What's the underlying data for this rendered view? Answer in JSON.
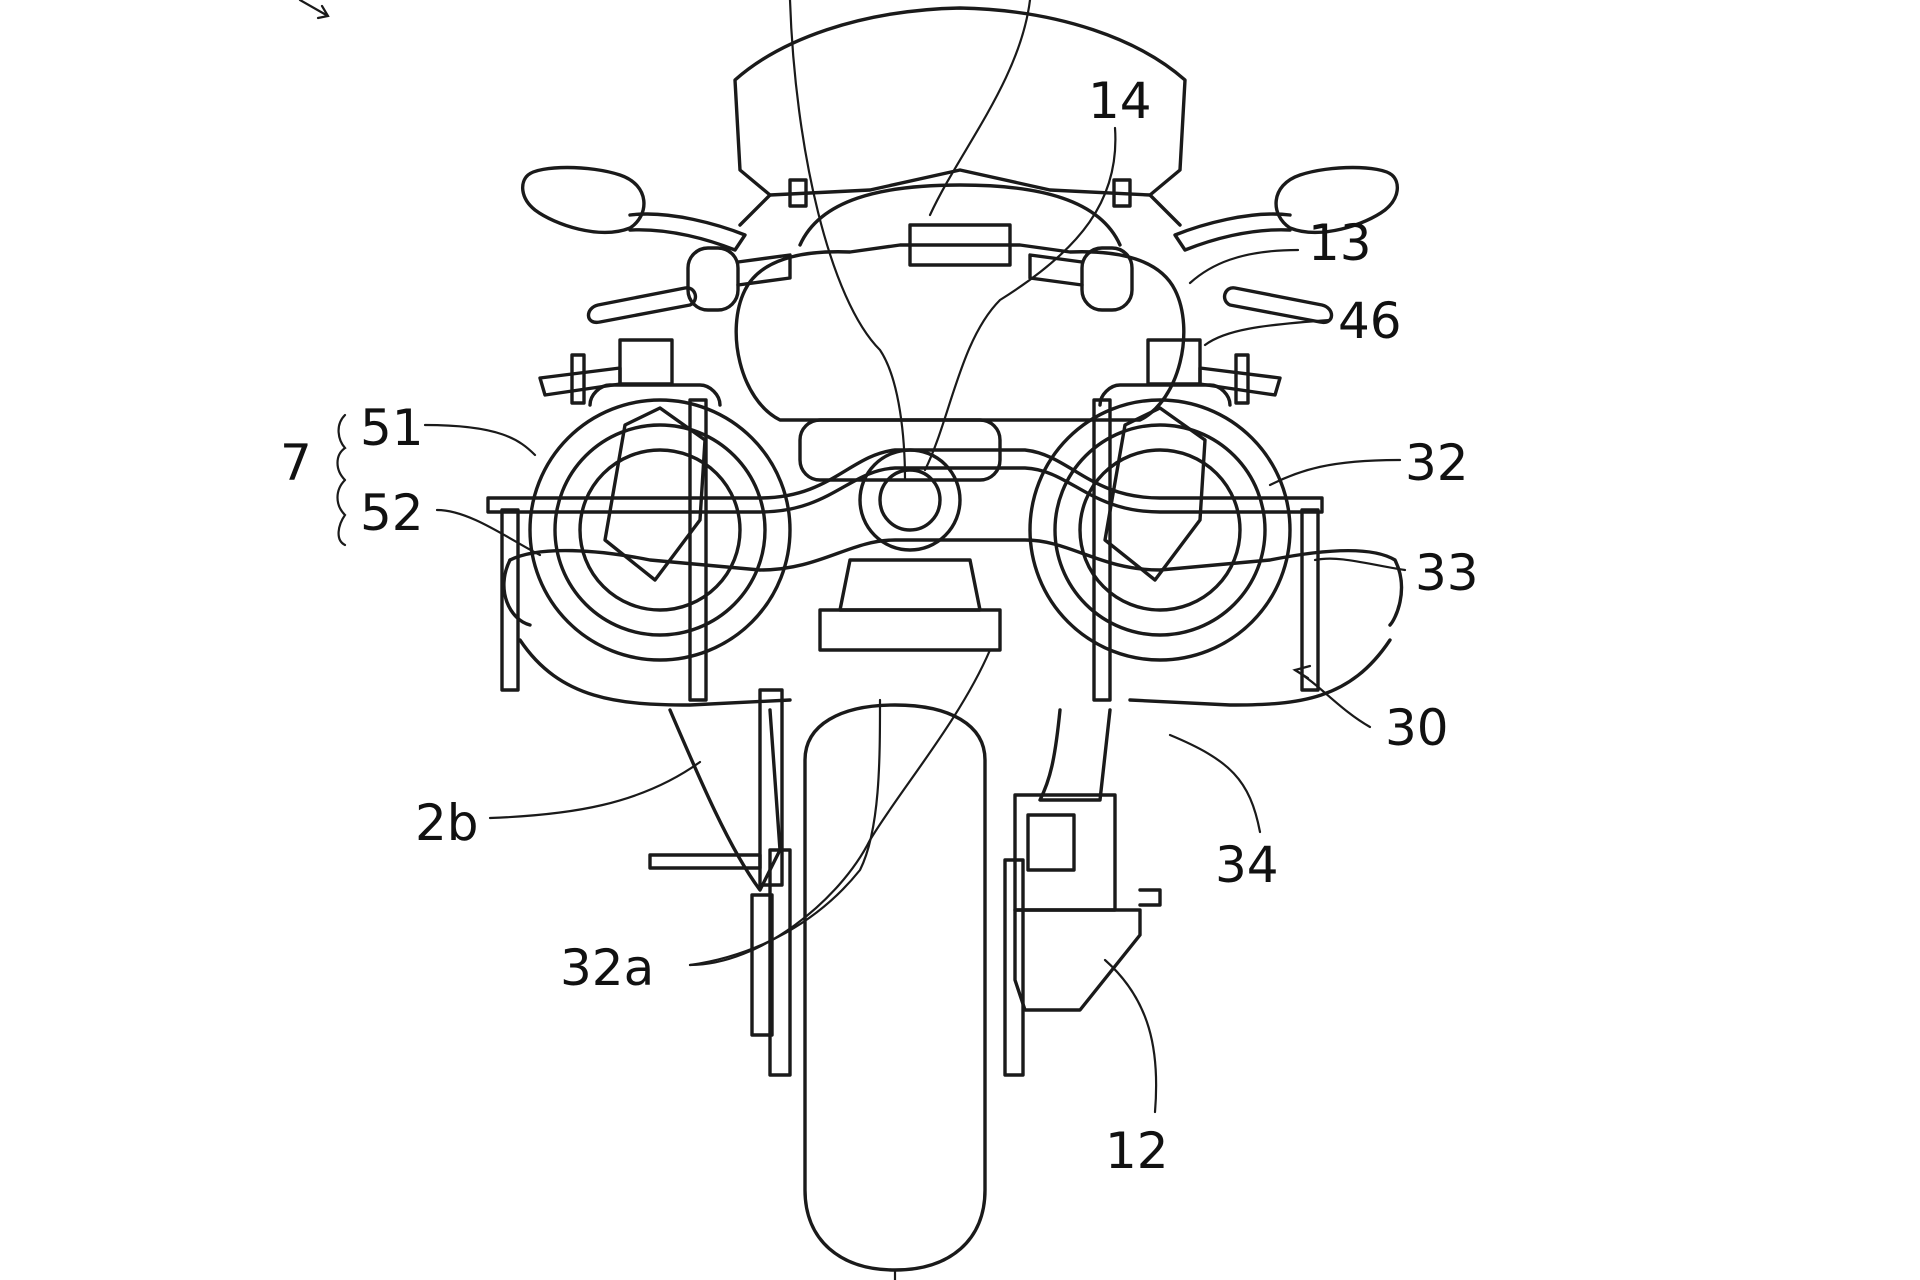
{
  "labels": {
    "l14": "14",
    "l13": "13",
    "l46": "46",
    "l7": "7",
    "l51": "51",
    "l52": "52",
    "l32": "32",
    "l33": "33",
    "l30": "30",
    "l34": "34",
    "l2b": "2b",
    "l32a": "32a",
    "l12": "12"
  }
}
